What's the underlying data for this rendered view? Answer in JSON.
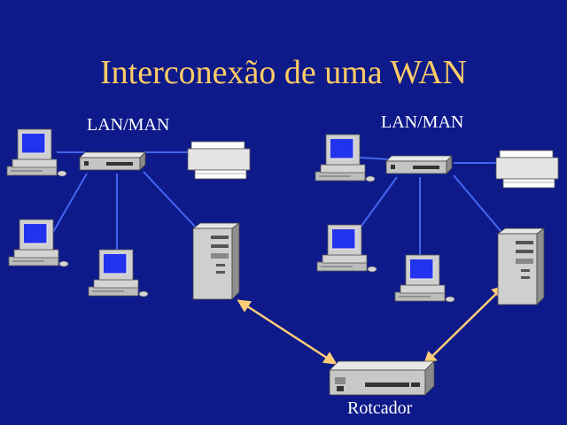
{
  "slide": {
    "title": "Interconexão de uma WAN",
    "lan_left_label": "LAN/MAN",
    "lan_right_label": "LAN/MAN",
    "router_label": "Rotcador"
  },
  "colors": {
    "background": "#0e1a8a",
    "title": "#ffcc66",
    "label": "#ffffff",
    "lan_link": "#4466ee",
    "wan_link": "#ffcc77"
  },
  "icons": {
    "workstation": "computer-icon",
    "hub": "hub-icon",
    "printer": "printer-icon",
    "server": "server-tower-icon",
    "router": "router-icon"
  }
}
